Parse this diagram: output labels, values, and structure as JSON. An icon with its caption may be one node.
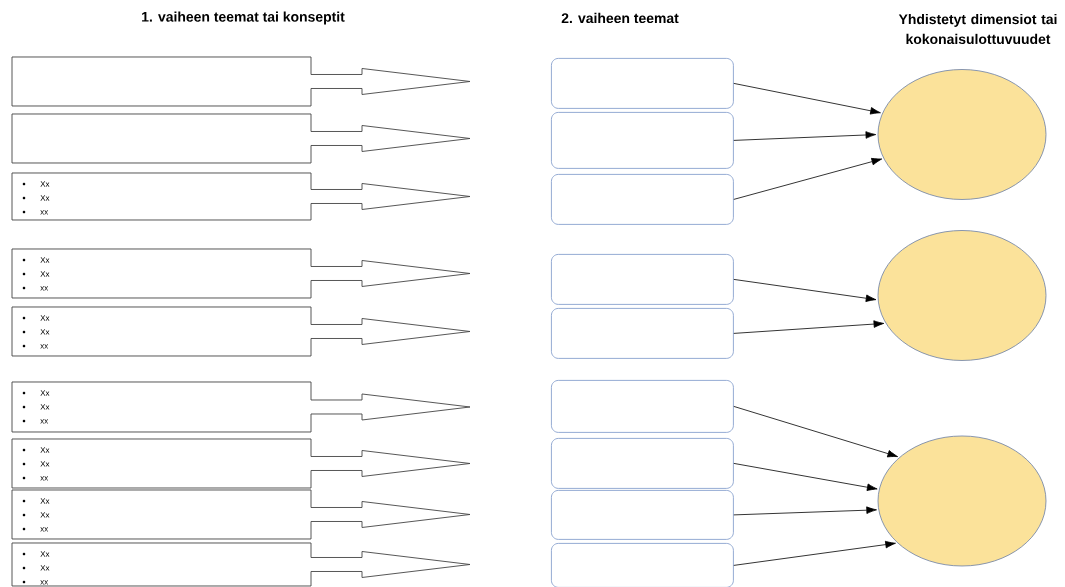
{
  "diagram": {
    "nodes": [
      {
        "text": [],
        "shape": "arrow"
      },
      {
        "text": [],
        "shape": "arrow"
      },
      {
        "text": [
          "Xx",
          "Xx",
          "xx"
        ]
      },
      {
        "text": [
          "Xx",
          "Xx",
          "xx"
        ]
      },
      {
        "text": [
          "Xx",
          "Xx",
          "xx"
        ]
      },
      {
        "text": [
          "Xx",
          "Xx",
          "xx"
        ]
      },
      {
        "text": [
          "Xx",
          "Xx",
          "xx"
        ]
      },
      {
        "text": [
          "Xx",
          "Xx",
          "xx"
        ]
      },
      {
        "text": [
          "Xx",
          "Xx",
          "xx"
        ]
      },
      {
        "text": [],
        "shape": "box"
      },
      {
        "text": [],
        "shape": "box"
      },
      {
        "text": [],
        "shape": "box"
      },
      {
        "text": [],
        "shape": "box"
      },
      {
        "text": [],
        "shape": "box"
      },
      {
        "text": [],
        "shape": "box"
      },
      {
        "text": [],
        "shape": "box"
      },
      {
        "text": [],
        "shape": "box"
      },
      {
        "text": [],
        "shape": "box"
      },
      {
        "text": [],
        "shape": "ellipse"
      },
      {
        "text": [],
        "shape": "ellipse"
      },
      {
        "text": [],
        "shape": "ellipse"
      }
    ],
    "edges": [
      {
        "from": 9,
        "to": 18,
        "arrow": "to"
      },
      {
        "from": 10,
        "to": 18,
        "arrow": "to"
      },
      {
        "from": 11,
        "to": 18,
        "arrow": "to"
      },
      {
        "from": 12,
        "to": 19,
        "arrow": "to"
      },
      {
        "from": 13,
        "to": 19,
        "arrow": "to"
      },
      {
        "from": 14,
        "to": 20,
        "arrow": "to"
      },
      {
        "from": 15,
        "to": 20,
        "arrow": "to"
      },
      {
        "from": 16,
        "to": 20,
        "arrow": "to"
      },
      {
        "from": 17,
        "to": 20,
        "arrow": "to"
      }
    ],
    "labels": [
      "1. vaiheen teemat tai konseptit",
      "2. vaiheen teemat",
      "Yhdistetyt dimensiot tai kokonaisulottuvuudet"
    ]
  }
}
